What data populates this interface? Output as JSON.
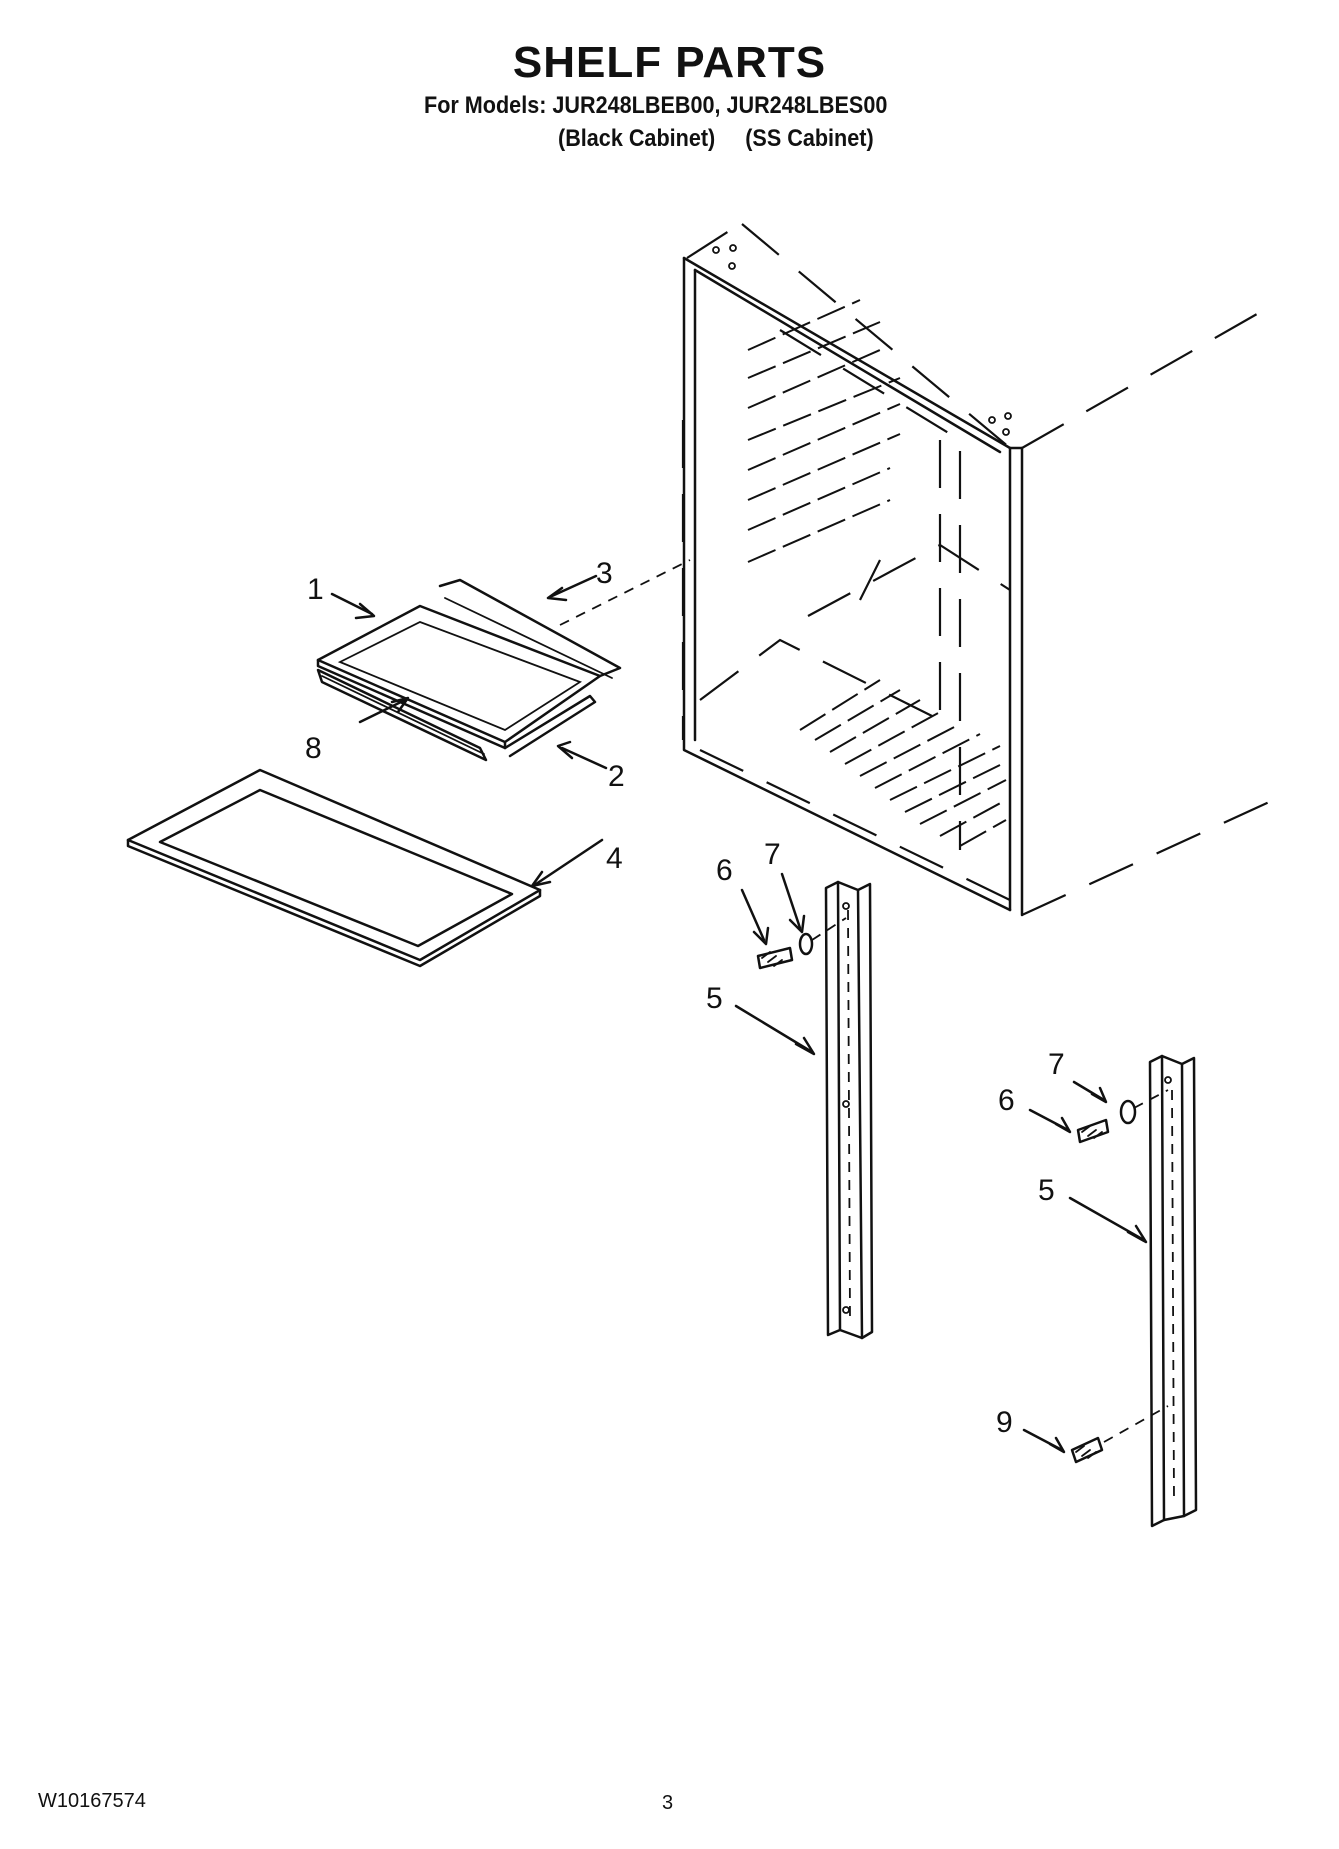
{
  "header": {
    "title": "SHELF PARTS",
    "models_line": "For Models: JUR248LBEB00, JUR248LBES00",
    "cabinet_black": "(Black Cabinet)",
    "cabinet_ss": "(SS Cabinet)"
  },
  "footer": {
    "doc_number": "W10167574",
    "page_number": "3"
  },
  "callouts": {
    "c1": "1",
    "c2": "2",
    "c3": "3",
    "c4": "4",
    "c5a": "5",
    "c5b": "5",
    "c6a": "6",
    "c6b": "6",
    "c7a": "7",
    "c7b": "7",
    "c8": "8",
    "c9": "9"
  }
}
